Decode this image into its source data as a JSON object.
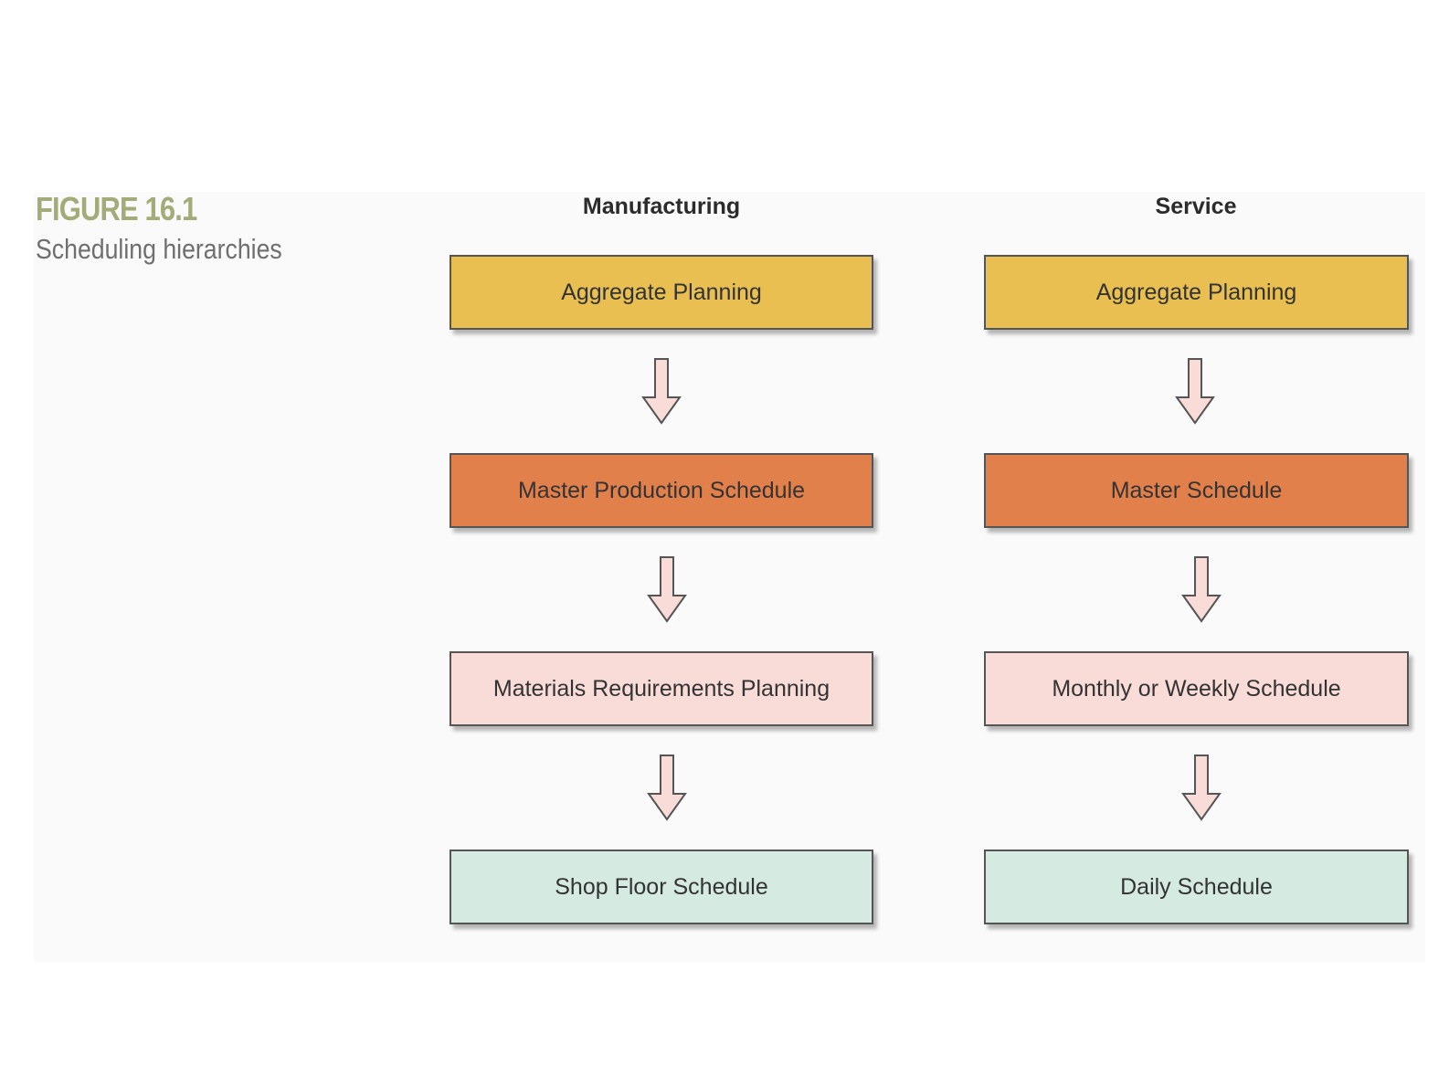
{
  "figure": {
    "label": "FIGURE 16.1",
    "caption": "Scheduling hierarchies"
  },
  "columns": [
    {
      "header": "Manufacturing",
      "levels": [
        {
          "label": "Aggregate Planning",
          "color": "#e8bf50"
        },
        {
          "label": "Master Production Schedule",
          "color": "#e2804c"
        },
        {
          "label": "Materials Requirements Planning",
          "color": "#f9dcd7"
        },
        {
          "label": "Shop Floor Schedule",
          "color": "#d5eae0"
        }
      ]
    },
    {
      "header": "Service",
      "levels": [
        {
          "label": "Aggregate Planning",
          "color": "#e8bf50"
        },
        {
          "label": "Master Schedule",
          "color": "#e2804c"
        },
        {
          "label": "Monthly or Weekly Schedule",
          "color": "#f9dcd7"
        },
        {
          "label": "Daily Schedule",
          "color": "#d5eae0"
        }
      ]
    }
  ],
  "arrow_color": "#f9dcd7"
}
